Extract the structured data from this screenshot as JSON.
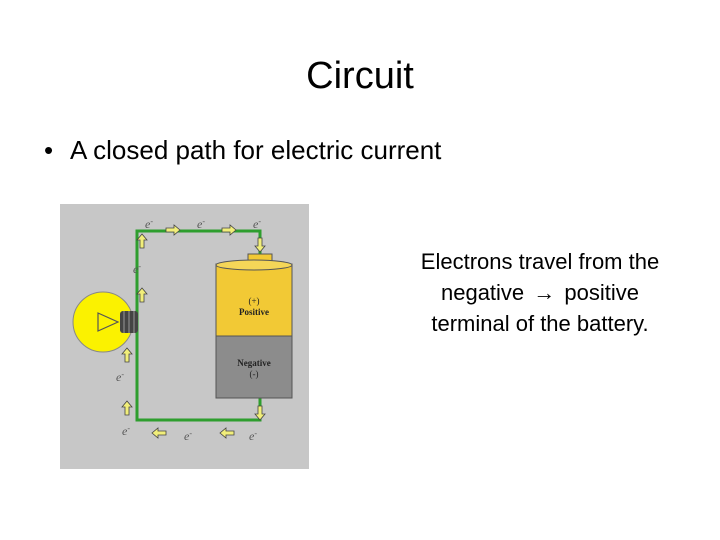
{
  "slide": {
    "title": "Circuit",
    "bullet": {
      "marker": "•",
      "text": "A closed path for electric current"
    },
    "figure": {
      "electron_label": "e",
      "electron_charge": "-",
      "battery": {
        "top_sign": "(+)",
        "top_label": "Positive",
        "bottom_label": "Negative",
        "bottom_sign": "(-)"
      },
      "colors": {
        "background": "#c7c7c7",
        "wire": "#2e9e2e",
        "battery_top": "#f2c935",
        "battery_bottom": "#8c8c8c",
        "bulb": "#fbf200",
        "arrow": "#f1ee7a"
      }
    },
    "caption": {
      "line1": "Electrons travel from the",
      "line2_before": "negative",
      "arrow_icon": "→",
      "line2_after": "positive",
      "line3": "terminal of the battery."
    }
  }
}
